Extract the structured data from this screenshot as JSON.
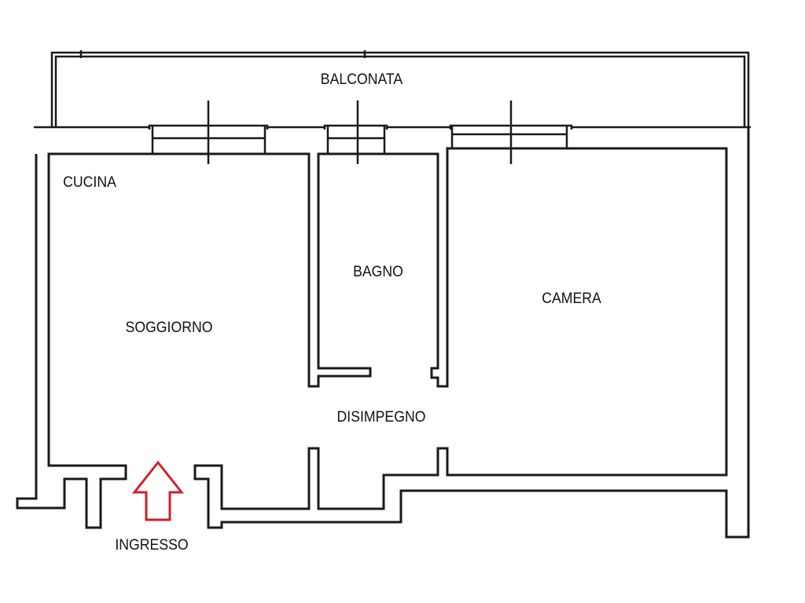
{
  "rooms": {
    "balcony": "BALCONATA",
    "kitchen": "CUCINA",
    "living": "SOGGIORNO",
    "bathroom": "BAGNO",
    "bedroom": "CAMERA",
    "hallway": "DISIMPEGNO",
    "entrance": "INGRESSO"
  },
  "colors": {
    "walls": "#1a1a1a",
    "entrance_arrow": "#d0202a"
  },
  "icons": {
    "entrance": "arrow-up-icon"
  }
}
